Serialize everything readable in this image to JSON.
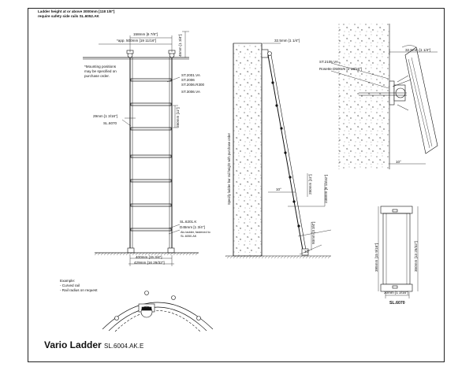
{
  "note_top": [
    "Ladder height at or above 3000mm [118 1/8\"]",
    "require safety side rails SL.6052.AK"
  ],
  "dims": {
    "w158": "158mm [6 7/8\"]",
    "w500": "*app. 500mm [19 11/16\"]",
    "h45": "45mm [1 3/4\"]",
    "w29": "29mm [1 3/16\"]",
    "h280": "280mm [11\"]",
    "w400": "400mm [15 3/4\"]",
    "w429": "429mm [16 29/32\"]",
    "w32a": "32.5mm [1 1/4\"]",
    "w32b": "32.5mm [1 1/4\"]",
    "rosette": "Rosette D50mm [1 15/16\"]",
    "d280b": "280mm [11\"]",
    "d238": "238mm [9 13/32\"]",
    "d93": "93mm [3 3/4\"]",
    "ang10a": "10°",
    "ang10b": "10°",
    "ang10c": "10°",
    "d30": "30mm [1 3/16\"]",
    "d395": "395mm [15 9/16\"]",
    "d350": "350mm [13 25/32\"]"
  },
  "mount_note": [
    "*Mounting positions",
    "may be specified on",
    "purchase order."
  ],
  "parts": {
    "st_list": [
      "ST.2001.VA",
      "ST.2006",
      "ST.2006.R300",
      "ST.3006.VA"
    ],
    "sl_6070": "SL.6070",
    "sl_6201": "SL.6201.K",
    "d45": "D45mm [1 3/4\"]",
    "safety": [
      "Alu ladder, fastened to",
      "SL.6050.AK"
    ],
    "st_2105": "ST.2105.VA",
    "label_6070": "SL.6070"
  },
  "height_note": "Specify ladder bar rail height with purchase order",
  "example_note": [
    "Example:",
    "- Curved rail",
    "- Rail radius on request"
  ],
  "title": "Vario Ladder",
  "code": "SL.6004.AK.E"
}
